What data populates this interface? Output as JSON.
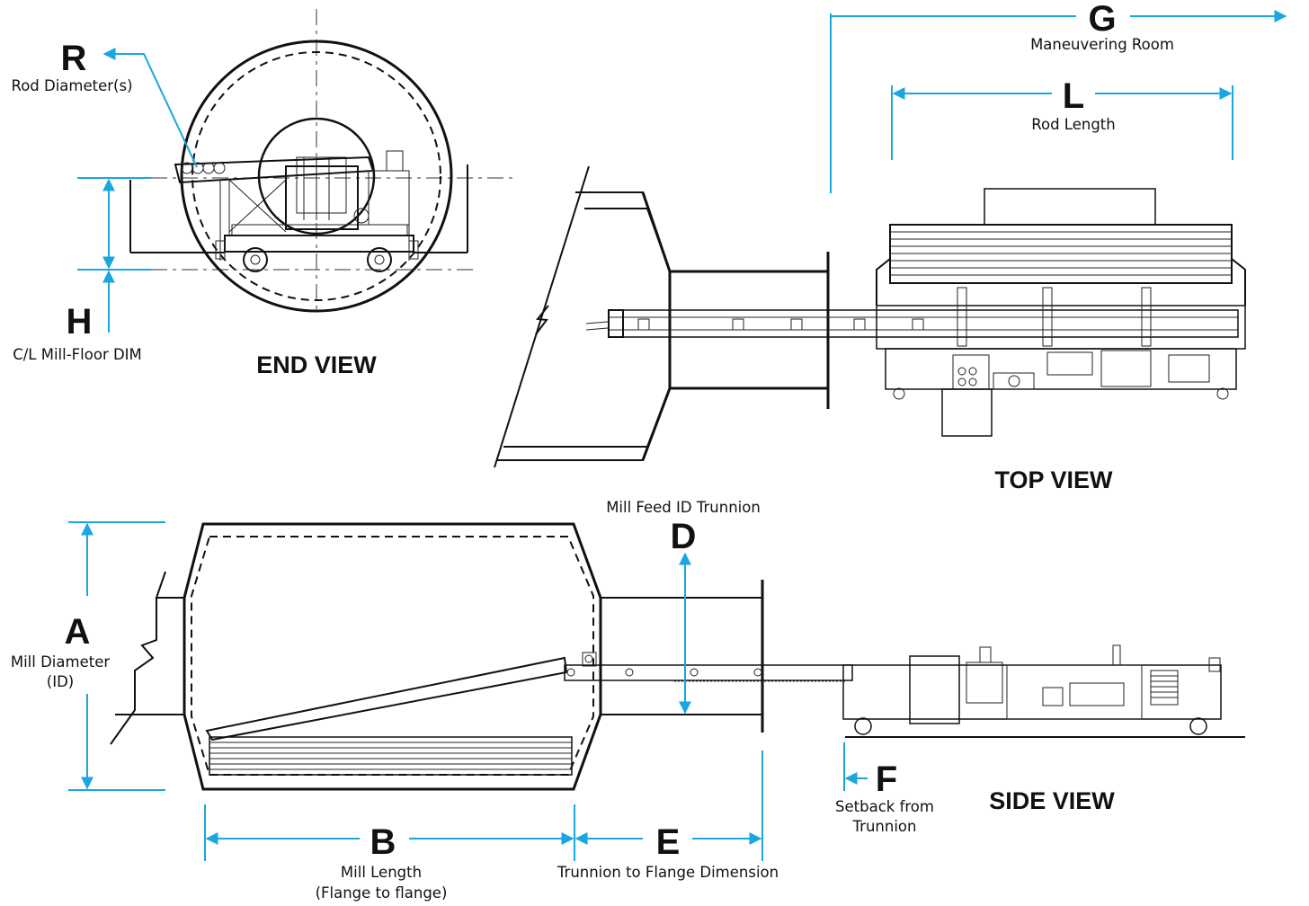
{
  "colors": {
    "dimension_blue": "#1aa6e0",
    "ink": "#111111"
  },
  "views": {
    "end": {
      "title": "END VIEW"
    },
    "top": {
      "title": "TOP VIEW"
    },
    "side": {
      "title": "SIDE VIEW"
    }
  },
  "dimensions": {
    "R": {
      "letter": "R",
      "caption": "Rod Diameter(s)"
    },
    "H": {
      "letter": "H",
      "caption": "C/L Mill-Floor DIM"
    },
    "G": {
      "letter": "G",
      "caption": "Maneuvering Room"
    },
    "L": {
      "letter": "L",
      "caption": "Rod Length"
    },
    "D": {
      "letter": "D",
      "caption": "Mill Feed ID Trunnion"
    },
    "A": {
      "letter": "A",
      "caption_line1": "Mill Diameter",
      "caption_line2": "(ID)"
    },
    "B": {
      "letter": "B",
      "caption_line1": "Mill Length",
      "caption_line2": "(Flange to flange)"
    },
    "E": {
      "letter": "E",
      "caption": "Trunnion to Flange Dimension"
    },
    "F": {
      "letter": "F",
      "caption_line1": "Setback from",
      "caption_line2": "Trunnion"
    }
  }
}
